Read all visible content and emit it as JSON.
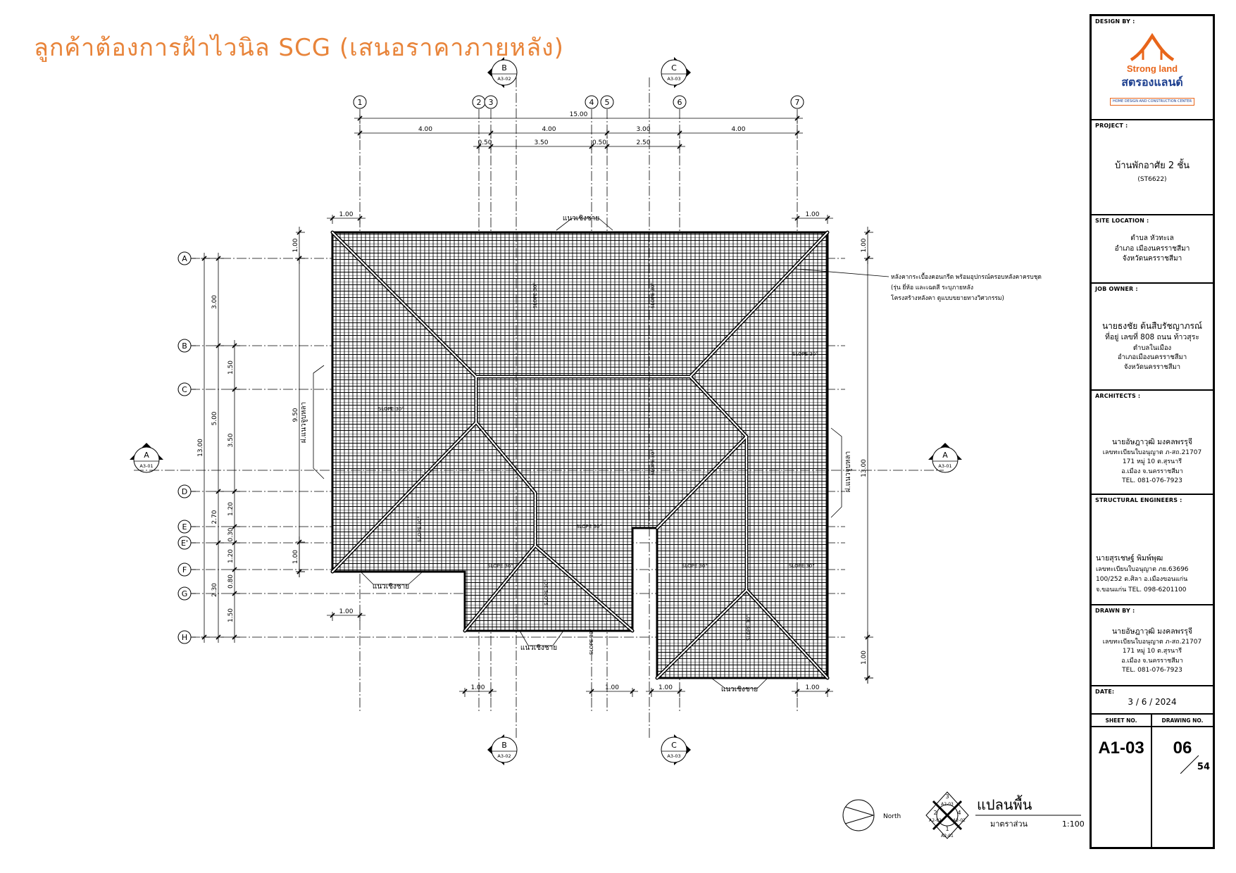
{
  "note_text": "ลูกค้าต้องการฝ้าไวนิล SCG (เสนอราคาภายหลัง)",
  "colors": {
    "note": "#e8843a",
    "logo_orange": "#e8651a",
    "logo_blue": "#1d3f8f"
  },
  "grid": {
    "columns": [
      "1",
      "2",
      "3",
      "4",
      "5",
      "6",
      "7"
    ],
    "rows": [
      "A",
      "B",
      "C",
      "D",
      "E",
      "E'",
      "F",
      "G",
      "H"
    ]
  },
  "dimensions": {
    "overall_width": "15.00",
    "top_row1": [
      "4.00",
      "4.00",
      "3.00",
      "4.00"
    ],
    "top_row2": [
      "0.50",
      "3.50",
      "0.50",
      "2.50"
    ],
    "overhang": "1.00",
    "left_outer": [
      "3.00",
      "5.00",
      "2.70",
      "2.30"
    ],
    "left_total": "13.00",
    "left_inner": [
      "1.50",
      "3.50",
      "1.20",
      "0.30",
      "1.20",
      "0.80",
      "1.50"
    ],
    "roof_depth_left": "9.50",
    "roof_depth_right": "13.00",
    "bottom": [
      "1.00",
      "1.00",
      "1.00",
      "1.00"
    ]
  },
  "labels": {
    "eave_board": "แนวเชิงชาย",
    "ridge_note": "ฝ.แนวจูบหลา",
    "slope": "SLOPE 30°",
    "roof_note": [
      "หลังคากระเบื้องคอนกรีต พร้อมอุปกรณ์ครอบหลังคาครบชุด",
      "(รุ่น ยี่ห้อ และเฉดสี ระบุภายหลัง",
      "โครงสร้างหลังคา ดูแบบขยายทางวิศวกรรม)"
    ]
  },
  "section_markers": [
    {
      "letter": "A",
      "sheet": "A3-01"
    },
    {
      "letter": "B",
      "sheet": "A3-02"
    },
    {
      "letter": "C",
      "sheet": "A3-03"
    }
  ],
  "north_label": "North",
  "key_plan": {
    "top": "3",
    "left": "2",
    "right": "4",
    "bottom": "1",
    "sheet_top": "A2-03",
    "sheet_left": "A2-02",
    "sheet_right": "A2-02",
    "sheet_bottom": "A2-01"
  },
  "drawing_title": "แปลนพื้น",
  "scale_label": "มาตราส่วน",
  "scale_value": "1:100",
  "title_block": {
    "design_by_label": "DESIGN BY :",
    "logo_en": "Strong land",
    "logo_th": "สตรองแลนด์",
    "logo_sub": "HOME DESIGN AND CONSTRUCTION CENTER",
    "project_label": "PROJECT :",
    "project_name": "บ้านพักอาศัย 2 ชั้น",
    "project_code": "(ST6622)",
    "site_label": "SITE LOCATION :",
    "site_lines": [
      "ตำบล หัวทะเล",
      "อำเภอ เมืองนครราชสีมา",
      "จังหวัดนครราชสีมา"
    ],
    "owner_label": "JOB OWNER :",
    "owner_lines": [
      "นายธงชัย ต้นสืบรัชญาภรณ์",
      "ที่อยู่ เลขที่ 808 ถนน ท้าวสุระ",
      "ตำบลในเมือง",
      "อำเภอเมืองนครราชสีมา",
      "จังหวัดนครราชสีมา"
    ],
    "architect_label": "ARCHITECTS :",
    "architect_lines": [
      "นายอัษฎาวุฒิ มงคลพรรุจี",
      "เลขทะเบียนใบอนุญาต ภ-สถ.21707",
      "171 หมู่ 10 ต.สุรนารี",
      "อ.เมือง จ.นครราชสีมา",
      "TEL. 081-076-7923"
    ],
    "struct_label": "STRUCTURAL ENGINEERS :",
    "struct_lines": [
      "นายสุรเชษฐ์ พิมพ์พุฒ",
      "เลขทะเบียนใบอนุญาต ภย.63696",
      "100/252 ต.ศิลา อ.เมืองขอนแก่น",
      "จ.ขอนแก่น TEL. 098-6201100"
    ],
    "drawn_label": "DRAWN BY :",
    "drawn_lines": [
      "นายอัษฎาวุฒิ มงคลพรรุจี",
      "เลขทะเบียนใบอนุญาต ภ-สถ.21707",
      "171 หมู่ 10 ต.สุรนารี",
      "อ.เมือง จ.นครราชสีมา",
      "TEL. 081-076-7923"
    ],
    "date_label": "DATE:",
    "date": "3 / 6 / 2024",
    "sheet_no_label": "SHEET NO.",
    "drawing_no_label": "DRAWING NO.",
    "sheet_no": "A1-03",
    "drawing_no": "06",
    "total_sheets": "54"
  }
}
